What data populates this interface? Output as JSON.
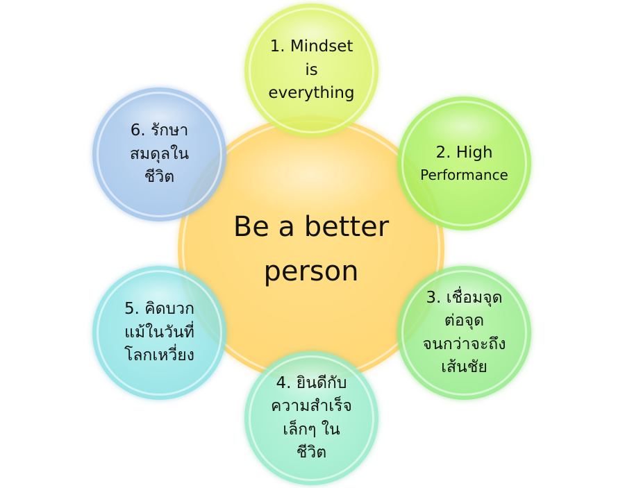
{
  "center": {
    "lines": [
      "Be a better",
      "person"
    ]
  },
  "nodes": [
    {
      "lines": [
        "1. Mindset",
        "is",
        "everything"
      ],
      "color": "#D8F05E"
    },
    {
      "lines": [
        "2. High",
        "Performance"
      ],
      "color": "#A8EC72"
    },
    {
      "lines": [
        "3. เชื่อมจุด",
        "ต่อจุด",
        "จนกว่าจะถึง",
        "เส้นชัย"
      ],
      "color": "#90E688"
    },
    {
      "lines": [
        "4. ยินดีกับ",
        "ความสำเร็จ",
        "เล็กๆ ใน",
        "ชีวิต"
      ],
      "color": "#90E6C4"
    },
    {
      "lines": [
        "5. คิดบวก",
        "แม้ในวันที่",
        "โลกเหวี่ยง"
      ],
      "color": "#86DDE2"
    },
    {
      "lines": [
        "6. รักษา",
        "สมดุลใน",
        "ชีวิต"
      ],
      "color": "#A4C4EA"
    }
  ],
  "center_color": "#FFD470"
}
